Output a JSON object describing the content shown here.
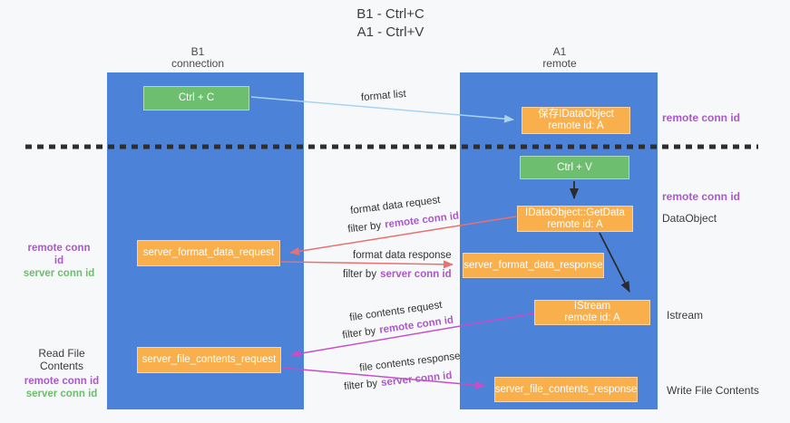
{
  "title": {
    "line1": "B1 - Ctrl+C",
    "line2": "A1 - Ctrl+V"
  },
  "columns": {
    "left": {
      "name": "B1",
      "subtitle": "connection"
    },
    "right": {
      "name": "A1",
      "subtitle": "remote"
    }
  },
  "boxes": {
    "ctrl_c": {
      "label": "Ctrl + C"
    },
    "save_idataobject": {
      "line1": "保存IDataObject",
      "line2": "remote id: A"
    },
    "ctrl_v": {
      "label": "Ctrl + V"
    },
    "idataobject_getdata": {
      "line1": "IDataObject::GetData",
      "line2": "remote id: A"
    },
    "server_format_data_request": {
      "label": "server_format_data_request"
    },
    "server_format_data_response": {
      "label": "server_format_data_response"
    },
    "istream": {
      "line1": "IStream",
      "line2": "remote id: A"
    },
    "server_file_contents_request": {
      "label": "server_file_contents_request"
    },
    "server_file_contents_response": {
      "label": "server_file_contents_response"
    }
  },
  "flow_labels": {
    "format_list": "format list",
    "format_data_request": {
      "title": "format data request",
      "filter_prefix": "filter by",
      "filter_value": "remote conn id"
    },
    "format_data_response": {
      "title": "format data response",
      "filter_prefix": "filter by",
      "filter_value": "server conn id"
    },
    "file_contents_request": {
      "title": "file contents request",
      "filter_prefix": "filter by",
      "filter_value": "remote conn id"
    },
    "file_contents_response": {
      "title": "file contents response",
      "filter_prefix": "filter by",
      "filter_value": "server conn id"
    }
  },
  "side_labels": {
    "right_remote_conn_id_top": "remote conn id",
    "right_remote_conn_id_mid": "remote conn id",
    "dataobject": "DataObject",
    "istream": "Istream",
    "write_file_contents": "Write File Contents",
    "left_remote_conn_id_top": "remote conn id",
    "left_server_conn_id_top": "server conn id",
    "read_file_contents": "Read File Contents",
    "left_remote_conn_id_bottom": "remote conn id",
    "left_server_conn_id_bottom": "server conn id"
  },
  "colors": {
    "column_blue": "#4d82d9",
    "box_green": "#6dbf6f",
    "box_orange": "#f9b04c",
    "purple_text": "#ab58cb",
    "green_text": "#6cbd6c",
    "arrow_red": "#e87070",
    "arrow_magenta": "#c74ec4",
    "arrow_light_blue": "#a9d3f0",
    "arrow_black": "#2b2b2b"
  }
}
